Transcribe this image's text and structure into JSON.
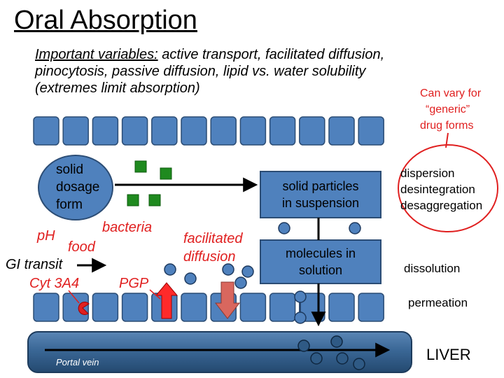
{
  "title": "Oral Absorption",
  "variables": {
    "label": "Important variables:",
    "text": " active transport, facilitated diffusion, pinocytosis, passive diffusion, lipid vs. water solubility (extremes limit absorption)"
  },
  "generic_note": [
    "Can vary for",
    "“generic”",
    "drug forms"
  ],
  "solid_dosage": [
    "solid",
    "dosage",
    "form"
  ],
  "solid_particles": [
    "solid particles",
    "in suspension"
  ],
  "molecules": [
    "molecules in",
    "solution"
  ],
  "process_list": [
    "dispersion",
    "desintegration",
    "desaggregation"
  ],
  "factors": {
    "ph": "pH",
    "food": "food",
    "bacteria": "bacteria",
    "gi_transit": "GI transit",
    "cyt": "Cyt 3A4",
    "pgp": "PGP",
    "facilitated": [
      "facilitated",
      "diffusion"
    ]
  },
  "dissolution": "dissolution",
  "permeation": "permeation",
  "liver": "LIVER",
  "portal_vein": "Portal vein",
  "colors": {
    "cell_fill": "#4f81bd",
    "cell_stroke": "#2c4d75",
    "red": "#e02020",
    "green": "#1f8a1f",
    "pgp_arrow": "#ff2a2a",
    "fd_arrow": "#d9675e",
    "vein": "#2f5a85"
  }
}
